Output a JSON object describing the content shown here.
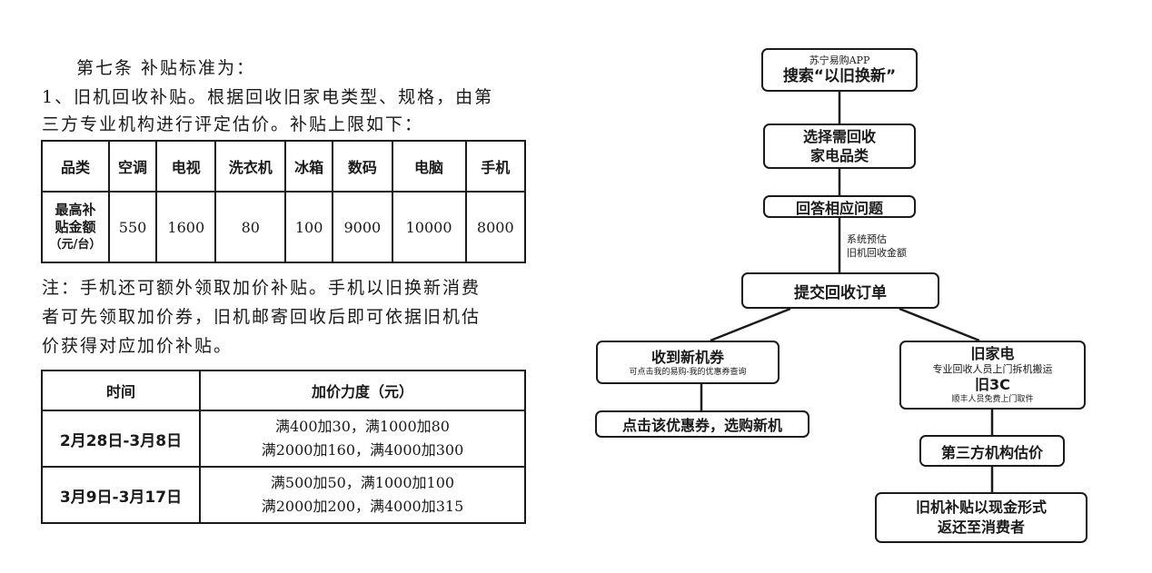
{
  "article": {
    "heading": "第七条 补贴标准为：",
    "item1_line1": "1、旧机回收补贴。根据回收旧家电类型、规格，由第",
    "item1_line2": "三方专业机构进行评定估价。补贴上限如下："
  },
  "subsidy_table": {
    "header_label": "品类",
    "categories": [
      "空调",
      "电视",
      "洗衣机",
      "冰箱",
      "数码",
      "电脑",
      "手机"
    ],
    "row_label_lines": [
      "最高补",
      "贴金额",
      "（元/台）"
    ],
    "values": [
      "550",
      "1600",
      "80",
      "100",
      "9000",
      "10000",
      "8000"
    ]
  },
  "note": {
    "line1": "注：手机还可额外领取加价补贴。手机以旧换新消费",
    "line2": "者可先领取加价券，旧机邮寄回收后即可依据旧机估",
    "line3": "价获得对应加价补贴。"
  },
  "bonus_table": {
    "col1": "时间",
    "col2": "加价力度（元）",
    "rows": [
      {
        "period": "2月28日-3月8日",
        "rule1": "满400加30，满1000加80",
        "rule2": "满2000加160，满4000加300"
      },
      {
        "period": "3月9日-3月17日",
        "rule1": "满500加50，满1000加100",
        "rule2": "满2000加200，满4000加315"
      }
    ]
  },
  "flow": {
    "step1_small": "苏宁易购APP",
    "step1_main": "搜索“以旧换新”",
    "step2_line1": "选择需回收",
    "step2_line2": "家电品类",
    "step3": "回答相应问题",
    "estimate_line1": "系统预估",
    "estimate_line2": "旧机回收金额",
    "step4": "提交回收订单",
    "left_box_main": "收到新机券",
    "left_box_small": "可点击我的易购-我的优惠券查询",
    "left_box2": "点击该优惠券，选购新机",
    "right_box_title": "旧家电",
    "right_box_line2": "专业回收人员上门拆机搬运",
    "right_box_line3": "旧3C",
    "right_box_line4": "顺丰人员免费上门取件",
    "right_box2": "第三方机构估价",
    "right_box3_line1": "旧机补贴以现金形式",
    "right_box3_line2": "返还至消费者"
  }
}
